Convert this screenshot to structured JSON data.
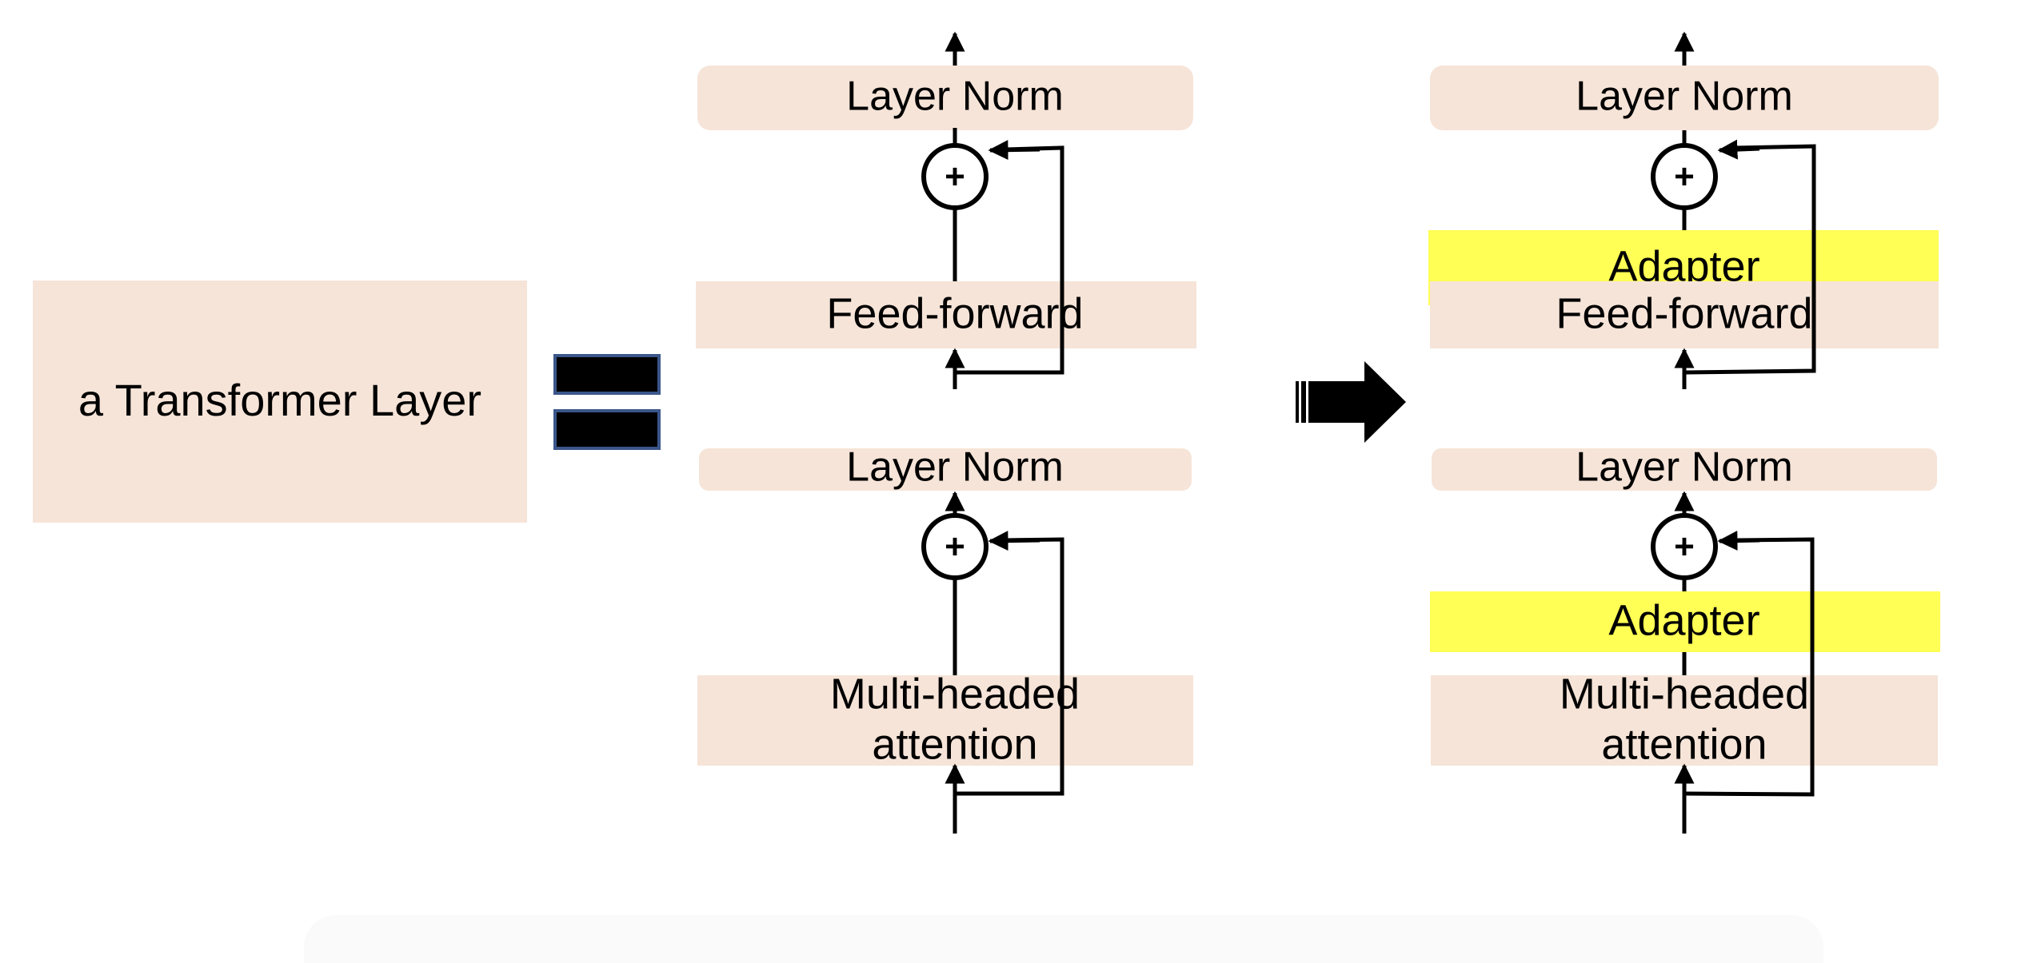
{
  "colors": {
    "block_fill": "#f6e4d8",
    "adapter_fill": "#ffff55",
    "line": "#000000",
    "equals_border": "#3b568a",
    "equals_fill": "#000000",
    "background": "#ffffff"
  },
  "left": {
    "transformer_label": "a Transformer Layer"
  },
  "equals_sign": {
    "icon": "equals-icon"
  },
  "standard_layer": {
    "top_layer_norm": "Layer Norm",
    "feed_forward": "Feed-forward",
    "mid_layer_norm": "Layer Norm",
    "attention_line1": "Multi-headed",
    "attention_line2": "attention",
    "add_symbol": "+"
  },
  "transform_arrow": {
    "icon": "block-arrow-right-icon"
  },
  "adapter_layer": {
    "top_layer_norm": "Layer Norm",
    "adapter_top": "Adapter",
    "feed_forward": "Feed-forward",
    "mid_layer_norm": "Layer Norm",
    "adapter_bottom": "Adapter",
    "attention_line1": "Multi-headed",
    "attention_line2": "attention",
    "add_symbol": "+"
  }
}
